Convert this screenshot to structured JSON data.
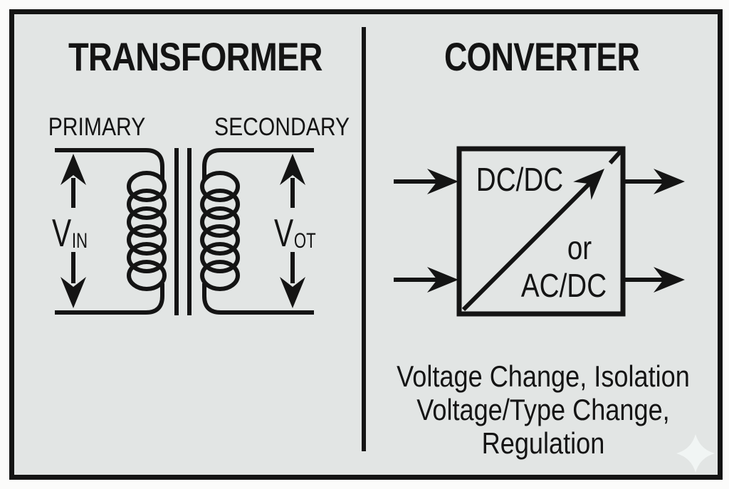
{
  "panels": {
    "transformer": {
      "title": "TRANSFORMER",
      "primary_label": "PRIMARY",
      "secondary_label": "SECONDARY",
      "vin": {
        "main": "V",
        "sub": "IN"
      },
      "vout": {
        "main": "V",
        "sub": "OT"
      }
    },
    "converter": {
      "title": "CONVERTER",
      "box_type_top": "DC/DC",
      "box_or": "or",
      "box_type_bottom": "AC/DC",
      "captions": [
        "Voltage Change, Isolation",
        "Voltage/Type Change,",
        "Regulation"
      ]
    }
  },
  "colors": {
    "ink": "#141414",
    "panel_bg": "#e2e5e4",
    "page_bg": "#fbfbfa",
    "sparkle": "#f3f6f5"
  }
}
